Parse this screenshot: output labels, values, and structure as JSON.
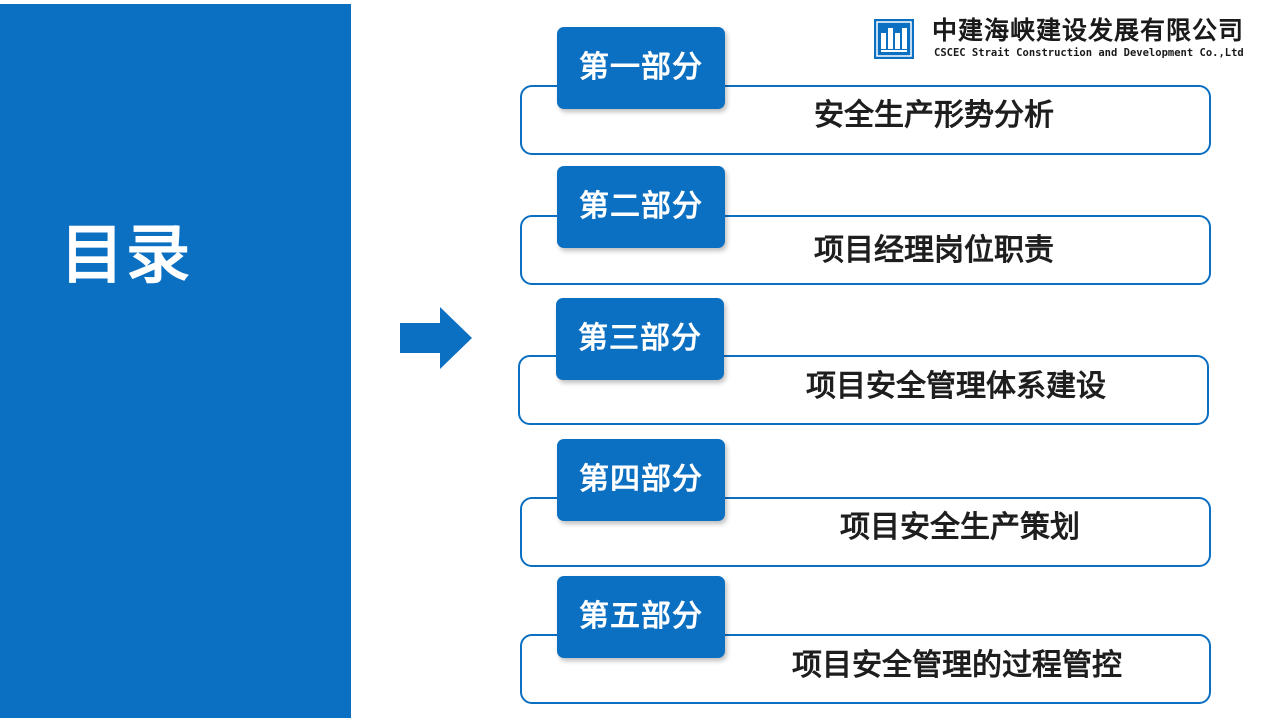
{
  "slide": {
    "title": "目录",
    "accent_color": "#0b6fc2"
  },
  "logo": {
    "company_cn": "中建海峡建设发展有限公司",
    "company_en": "CSCEC Strait Construction and Development Co.,Ltd",
    "mark_icon": "cscec-logo-icon"
  },
  "arrow_icon": "right-arrow-icon",
  "sections": [
    {
      "part": "第一部分",
      "title": "安全生产形势分析"
    },
    {
      "part": "第二部分",
      "title": "项目经理岗位职责"
    },
    {
      "part": "第三部分",
      "title": "项目安全管理体系建设"
    },
    {
      "part": "第四部分",
      "title": "项目安全生产策划"
    },
    {
      "part": "第五部分",
      "title": "项目安全管理的过程管控"
    }
  ]
}
